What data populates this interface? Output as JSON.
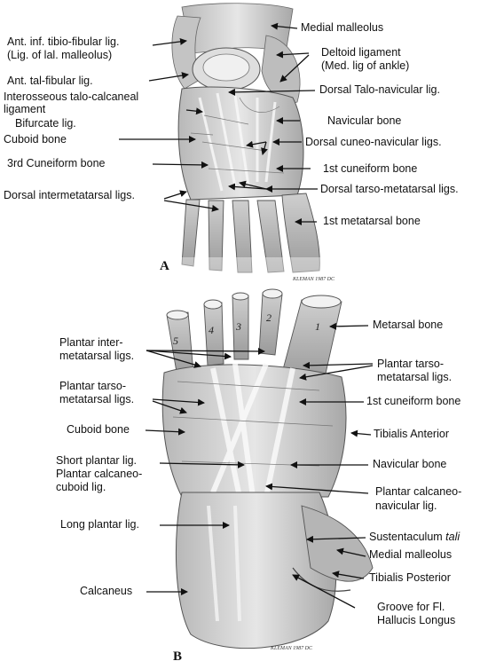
{
  "panel_a": {
    "letter": "A",
    "signature": "KLEMAN 1987 DC",
    "labels": {
      "medial_malleolus": "Medial malleolus",
      "ant_inf_tibiofibular_1": "Ant. inf. tibio-fibular lig.",
      "ant_inf_tibiofibular_2": "(Lig. of lal. malleolus)",
      "deltoid_1": "Deltoid ligament",
      "deltoid_2": "(Med. lig of ankle)",
      "ant_tal_fibular": "Ant. tal-fibular lig.",
      "interosseous_1": "Interosseous talo-calcaneal",
      "interosseous_2": "ligament",
      "dorsal_talo_navicular": "Dorsal Talo-navicular lig.",
      "bifurcate": "Bifurcate lig.",
      "navicular": "Navicular bone",
      "cuboid": "Cuboid bone",
      "dorsal_cuneo_navicular": "Dorsal cuneo-navicular ligs.",
      "third_cuneiform": "3rd Cuneiform bone",
      "first_cuneiform": "1st cuneiform bone",
      "dorsal_intermetatarsal": "Dorsal intermetatarsal ligs.",
      "dorsal_tarso_metatarsal": "Dorsal tarso-metatarsal ligs.",
      "first_metatarsal": "1st metatarsal bone"
    }
  },
  "panel_b": {
    "letter": "B",
    "signature": "KLEMAN 1987 DC",
    "digit_numbers": [
      "5",
      "4",
      "3",
      "2",
      "1"
    ],
    "labels": {
      "metarsal": "Metarsal bone",
      "plantar_intermetatarsal_1": "Plantar inter-",
      "plantar_intermetatarsal_2": "metatarsal ligs.",
      "plantar_tarso_right_1": "Plantar tarso-",
      "plantar_tarso_right_2": "metatarsal ligs.",
      "plantar_tarso_left_1": "Plantar tarso-",
      "plantar_tarso_left_2": "metatarsal ligs.",
      "first_cuneiform": "1st cuneiform bone",
      "cuboid": "Cuboid bone",
      "tibialis_anterior": "Tibialis Anterior",
      "short_plantar": "Short plantar lig.",
      "plantar_calcaneo_cuboid_1": "Plantar calcaneo-",
      "plantar_calcaneo_cuboid_2": "cuboid lig.",
      "navicular": "Navicular bone",
      "plantar_calcaneo_navicular_1": "Plantar calcaneo-",
      "plantar_calcaneo_navicular_2": "navicular lig.",
      "long_plantar": "Long plantar lig.",
      "sustentaculum": "Sustentaculum",
      "sustentaculum_italic": "tali",
      "medial_malleolus": "Medial malleolus",
      "tibialis_posterior": "Tibialis Posterior",
      "calcaneus": "Calcaneus",
      "groove_1": "Groove for Fl.",
      "groove_2": "Hallucis Longus"
    }
  },
  "colors": {
    "ink": "#111111",
    "bone_fill": "#d9d9d9",
    "bone_dark": "#8a8a8a",
    "ligament": "#f2f2f2"
  }
}
